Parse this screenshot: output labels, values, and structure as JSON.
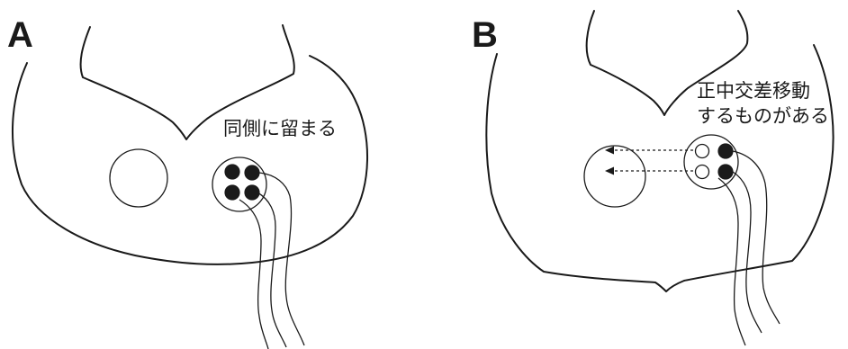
{
  "panels": {
    "a": {
      "label": "A",
      "annotation": "同側に留まる",
      "nuclei": [
        "filled",
        "filled",
        "filled",
        "filled"
      ]
    },
    "b": {
      "label": "B",
      "annotation_line1": "正中交差移動",
      "annotation_line2": "するものがある",
      "nuclei": [
        "open",
        "filled",
        "open",
        "filled"
      ]
    }
  },
  "colors": {
    "ink": "#1a1a1a",
    "background": "#ffffff"
  }
}
